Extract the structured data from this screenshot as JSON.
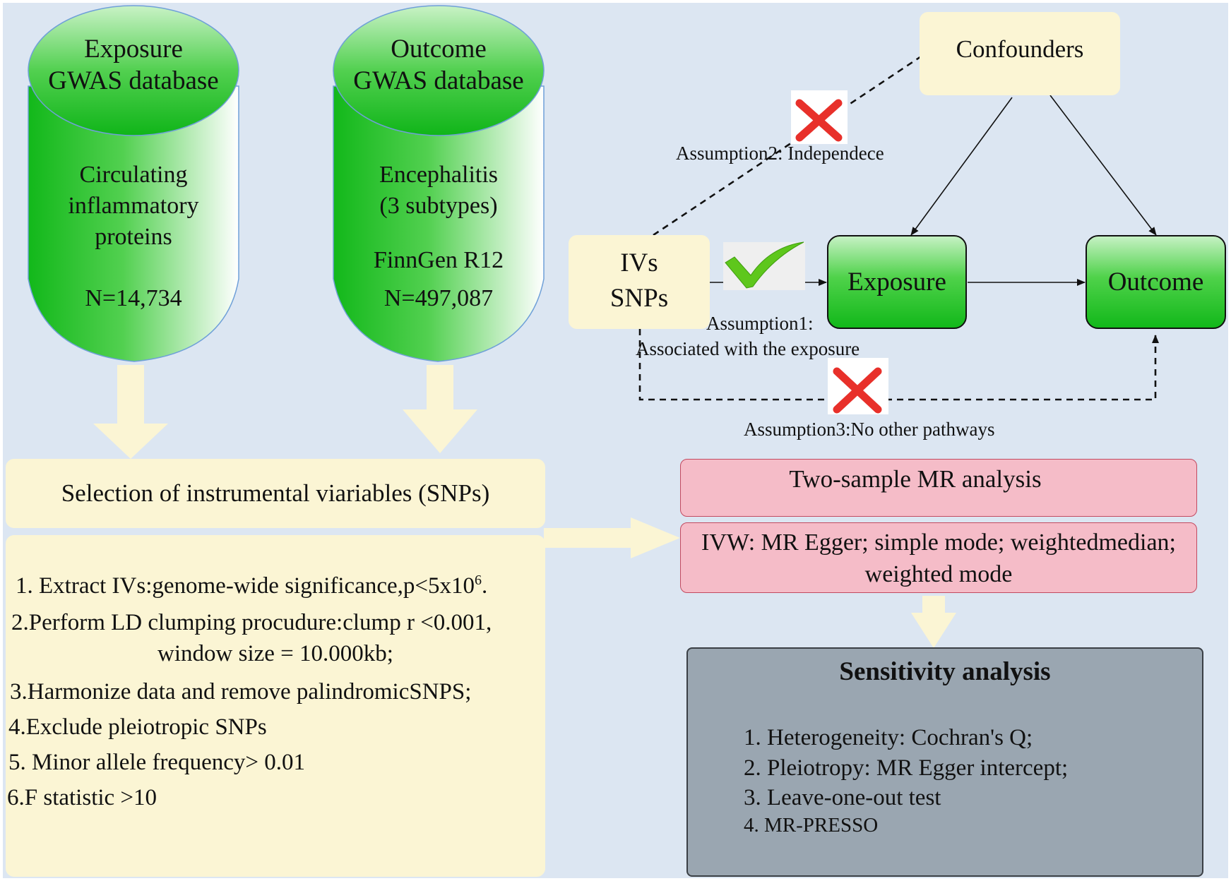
{
  "cylinders": {
    "exposure": {
      "title_l1": "Exposure",
      "title_l2": "GWAS database",
      "body_l1": "Circulating",
      "body_l2": "inflammatory",
      "body_l3": "proteins",
      "n": "N=14,734"
    },
    "outcome": {
      "title_l1": "Outcome",
      "title_l2": "GWAS database",
      "body_l1": "Encephalitis",
      "body_l2": "(3 subtypes)",
      "source": "FinnGen R12",
      "n": "N=497,087"
    }
  },
  "selection": {
    "title": "Selection of instrumental viariables (SNPs)",
    "step1": "1. Extract IVs:genome-wide significance,p<5x10",
    "step1_sup": "6",
    "step1_end": ".",
    "step2_l1": "2.Perform LD clumping procudure:clump r <0.001,",
    "step2_l2": "window size = 10.000kb;",
    "step3": "3.Harmonize data and remove palindromicSNPS;",
    "step4": "4.Exclude pleiotropic SNPs",
    "step5": "5. Minor allele frequency> 0.01",
    "step6": "6.F statistic >10"
  },
  "dag": {
    "confounders": "Confounders",
    "ivs_l1": "IVs",
    "ivs_l2": "SNPs",
    "exposure": "Exposure",
    "outcome": "Outcome",
    "assumption1_l1": "Assumption1:",
    "assumption1_l2": "Associated with the exposure",
    "assumption2": "Assumption2: Independece",
    "assumption3": "Assumption3:No other pathways"
  },
  "mr": {
    "title": "Two-sample MR analysis",
    "methods_l1": "IVW: MR Egger; simple mode; weightedmedian;",
    "methods_l2": "weighted mode"
  },
  "sensitivity": {
    "title": "Sensitivity analysis",
    "item1": "1. Heterogeneity: Cochran's Q;",
    "item2": "2. Pleiotropy: MR Egger intercept;",
    "item3": "3. Leave-one-out test",
    "item4": "4. MR-PRESSO"
  },
  "colors": {
    "background": "#dce6f2",
    "pale_box": "#fbf5d4",
    "green": "#12b81a",
    "pink": "#f5bcc8",
    "grey": "#9aa6b1",
    "check": "#5ec71c",
    "cross": "#e8302a"
  }
}
